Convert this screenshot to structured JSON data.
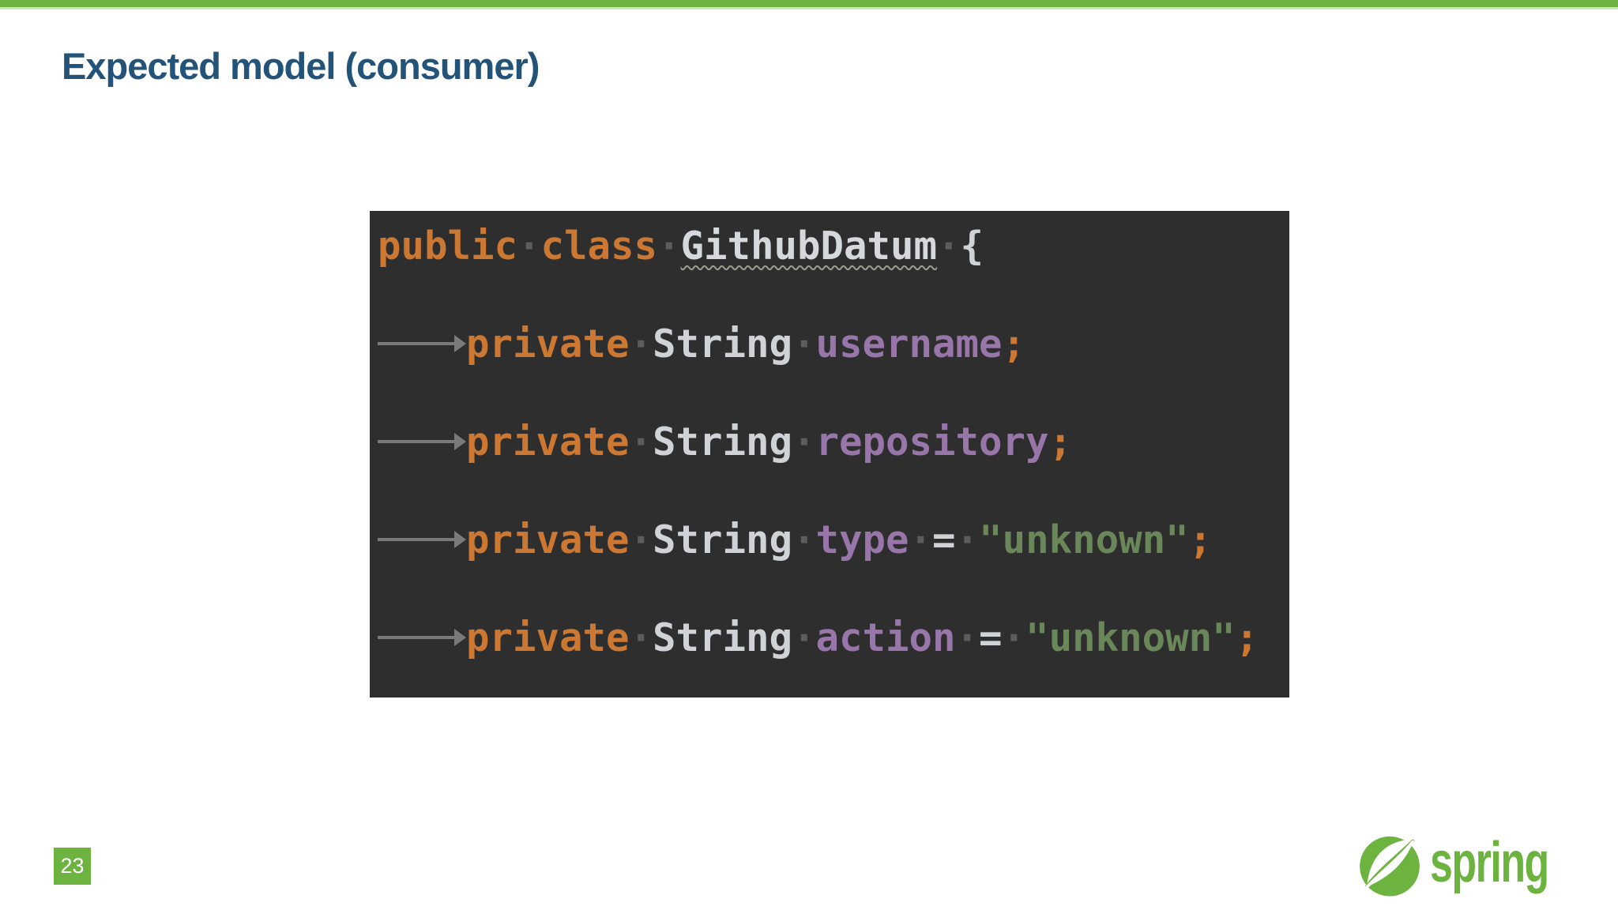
{
  "slide": {
    "title": "Expected model (consumer)",
    "title_color": "#235379",
    "accent_green": "#6DB33F",
    "accent_green_light": "#CDE5BA",
    "background": "#FFFFFF"
  },
  "code_editor": {
    "background": "#2E2E2E",
    "language": "java",
    "plain_text": "public class GithubDatum {\n\n\tprivate String username;\n\n\tprivate String repository;\n\n\tprivate String type = \"unknown\";\n\n\tprivate String action = \"unknown\";",
    "colors": {
      "keyword": "#CC7832",
      "plain": "#CFD2D6",
      "field": "#9876AA",
      "string": "#6A8759",
      "semicolon": "#CC7832",
      "whitespace_dot": "#5D5D5D",
      "tab_arrow": "#7A7A7A"
    },
    "lines": [
      {
        "tokens": [
          {
            "t": "keyword",
            "v": "public"
          },
          {
            "t": "ws"
          },
          {
            "t": "keyword",
            "v": "class"
          },
          {
            "t": "ws"
          },
          {
            "t": "cls",
            "v": "GithubDatum"
          },
          {
            "t": "ws"
          },
          {
            "t": "plain",
            "v": "{"
          }
        ]
      },
      {
        "tokens": [
          {
            "t": "tab"
          },
          {
            "t": "keyword",
            "v": "private"
          },
          {
            "t": "ws"
          },
          {
            "t": "plain",
            "v": "String"
          },
          {
            "t": "ws"
          },
          {
            "t": "field",
            "v": "username"
          },
          {
            "t": "semi",
            "v": ";"
          }
        ]
      },
      {
        "tokens": [
          {
            "t": "tab"
          },
          {
            "t": "keyword",
            "v": "private"
          },
          {
            "t": "ws"
          },
          {
            "t": "plain",
            "v": "String"
          },
          {
            "t": "ws"
          },
          {
            "t": "field",
            "v": "repository"
          },
          {
            "t": "semi",
            "v": ";"
          }
        ]
      },
      {
        "tokens": [
          {
            "t": "tab"
          },
          {
            "t": "keyword",
            "v": "private"
          },
          {
            "t": "ws"
          },
          {
            "t": "plain",
            "v": "String"
          },
          {
            "t": "ws"
          },
          {
            "t": "field",
            "v": "type"
          },
          {
            "t": "ws"
          },
          {
            "t": "plain",
            "v": "="
          },
          {
            "t": "ws"
          },
          {
            "t": "string",
            "v": "\"unknown\""
          },
          {
            "t": "semi",
            "v": ";"
          }
        ]
      },
      {
        "tokens": [
          {
            "t": "tab"
          },
          {
            "t": "keyword",
            "v": "private"
          },
          {
            "t": "ws"
          },
          {
            "t": "plain",
            "v": "String"
          },
          {
            "t": "ws"
          },
          {
            "t": "field",
            "v": "action"
          },
          {
            "t": "ws"
          },
          {
            "t": "plain",
            "v": "="
          },
          {
            "t": "ws"
          },
          {
            "t": "string",
            "v": "\"unknown\""
          },
          {
            "t": "semi",
            "v": ";"
          }
        ]
      }
    ]
  },
  "footer": {
    "page_number": "23",
    "page_badge_color": "#6DB33F",
    "brand_text": "spring",
    "brand_color": "#6DB33F",
    "logo_icon": "spring-leaf-icon"
  }
}
